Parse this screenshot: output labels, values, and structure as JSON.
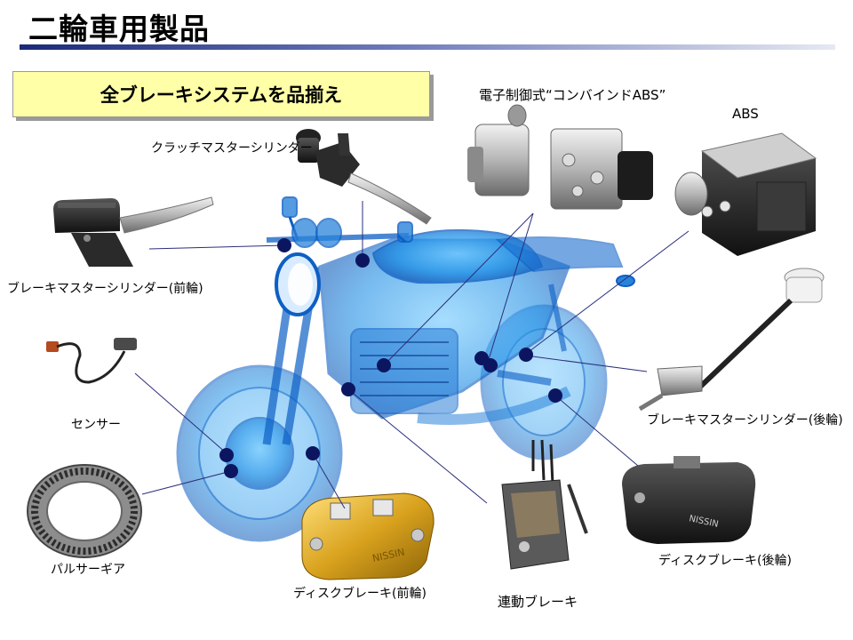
{
  "page_title": "二輪車用製品",
  "banner": "全ブレーキシステムを品揃え",
  "labels": {
    "clutch_master": "クラッチマスターシリンダー",
    "combined_abs": "電子制御式“コンバインドABS”",
    "abs": "ABS",
    "brake_master_front": "ブレーキマスターシリンダー(前輪)",
    "sensor": "センサー",
    "pulsar_gear": "パルサーギア",
    "disc_front": "ディスクブレーキ(前輪)",
    "linked_brake": "連動ブレーキ",
    "disc_rear": "ディスクブレーキ(後輪)",
    "brake_master_rear": "ブレーキマスターシリンダー(後輪)"
  },
  "colors": {
    "bike_blue": "#1e8fe6",
    "leader_line": "#2a2f7a",
    "callout_dot": "#0c1660",
    "banner_fill": "#ffffa8",
    "title_bar": "#1a2a78"
  }
}
